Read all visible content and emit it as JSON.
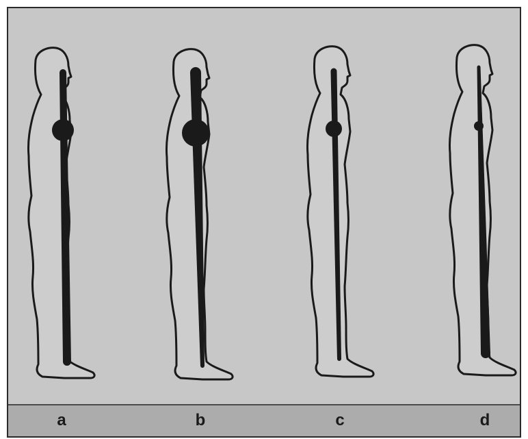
{
  "figures": [
    {
      "label": "a",
      "line_weight": "thick",
      "joint_size": "medium"
    },
    {
      "label": "b",
      "line_weight": "heavy-upper",
      "joint_size": "large"
    },
    {
      "label": "c",
      "line_weight": "medium",
      "joint_size": "small"
    },
    {
      "label": "d",
      "line_weight": "thin-upper-thick-lower",
      "joint_size": "tiny"
    }
  ],
  "colors": {
    "background": "#c7c7c7",
    "silhouette_fill": "#cdcdcd",
    "outline": "#1a1a1a",
    "label_strip": "#acacac"
  }
}
